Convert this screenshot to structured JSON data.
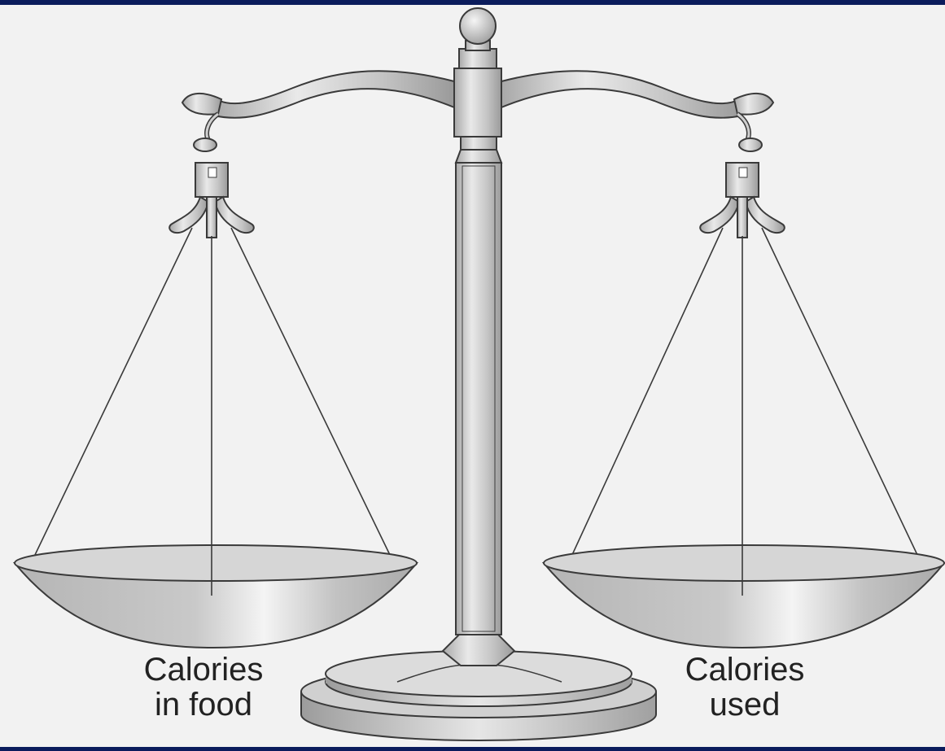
{
  "diagram": {
    "left_pan": {
      "label_line1": "Calories",
      "label_line2": "in food"
    },
    "right_pan": {
      "label_line1": "Calories",
      "label_line2": "used"
    }
  },
  "colors": {
    "frame": "#0b1c5c",
    "background": "#f2f2f2",
    "metal": "#c8c8c8",
    "outline": "#3a3a3a"
  }
}
